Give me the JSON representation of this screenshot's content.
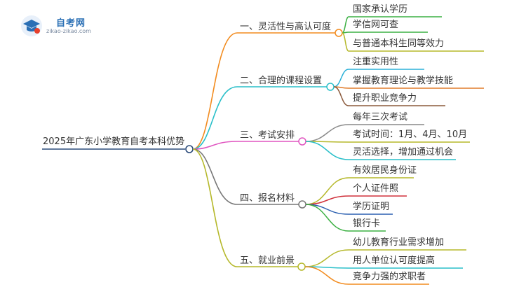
{
  "logo": {
    "title": "自考网",
    "subtitle": "zikao-zikao.com"
  },
  "root": {
    "label": "2025年广东小学教育自考本科优势"
  },
  "branches": [
    {
      "label": "一、灵活性与高认可度",
      "color": "#f28b1e",
      "children": [
        {
          "label": "国家承认学历",
          "color": "#3cb043"
        },
        {
          "label": "学信网可查",
          "color": "#3cb043"
        },
        {
          "label": "与普通本科生同等效力",
          "color": "#b5b82a"
        }
      ]
    },
    {
      "label": "二、合理的课程设置",
      "color": "#29bfc9",
      "children": [
        {
          "label": "注重实用性",
          "color": "#2ab0d8"
        },
        {
          "label": "掌握教育理论与教学技能",
          "color": "#e07b2a"
        },
        {
          "label": "提升职业竞争力",
          "color": "#8b5a3c"
        }
      ]
    },
    {
      "label": "三、考试安排",
      "color": "#e055c0",
      "children": [
        {
          "label": "每年三次考试",
          "color": "#888888"
        },
        {
          "label": "考试时间：1月、4月、10月",
          "color": "#b5b82a"
        },
        {
          "label": "灵活选择，增加通过机会",
          "color": "#29bfc9"
        }
      ]
    },
    {
      "label": "四、报名材料",
      "color": "#777777",
      "children": [
        {
          "label": "有效居民身份证",
          "color": "#b5b82a"
        },
        {
          "label": "个人证件照",
          "color": "#d0323c"
        },
        {
          "label": "学历证明",
          "color": "#2a5fb0"
        },
        {
          "label": "银行卡",
          "color": "#3cb043"
        }
      ]
    },
    {
      "label": "五、就业前景",
      "color": "#b5b82a",
      "children": [
        {
          "label": "幼儿教育行业需求增加",
          "color": "#b5b82a"
        },
        {
          "label": "用人单位认可度提高",
          "color": "#29bfc9"
        },
        {
          "label": "竞争力强的求职者",
          "color": "#f28b1e"
        }
      ]
    }
  ]
}
